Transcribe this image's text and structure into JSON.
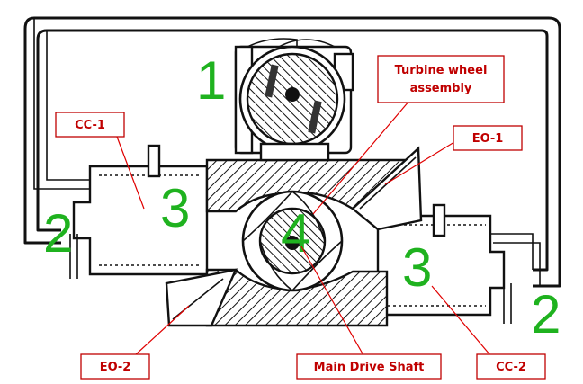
{
  "callouts": {
    "turbine_wheel_line1": "Turbine wheel",
    "turbine_wheel_line2": "assembly",
    "cc1": "CC-1",
    "eo1": "EO-1",
    "eo2": "EO-2",
    "main_drive_shaft": "Main Drive Shaft",
    "cc2": "CC-2"
  },
  "numbers": {
    "top_one": "1",
    "left_two": "2",
    "left_three": "3",
    "center_four": "4",
    "right_three": "3",
    "right_two": "2"
  },
  "colors": {
    "label_red": "#c00000",
    "number_green": "#1fb21f",
    "line_black": "#111111"
  }
}
